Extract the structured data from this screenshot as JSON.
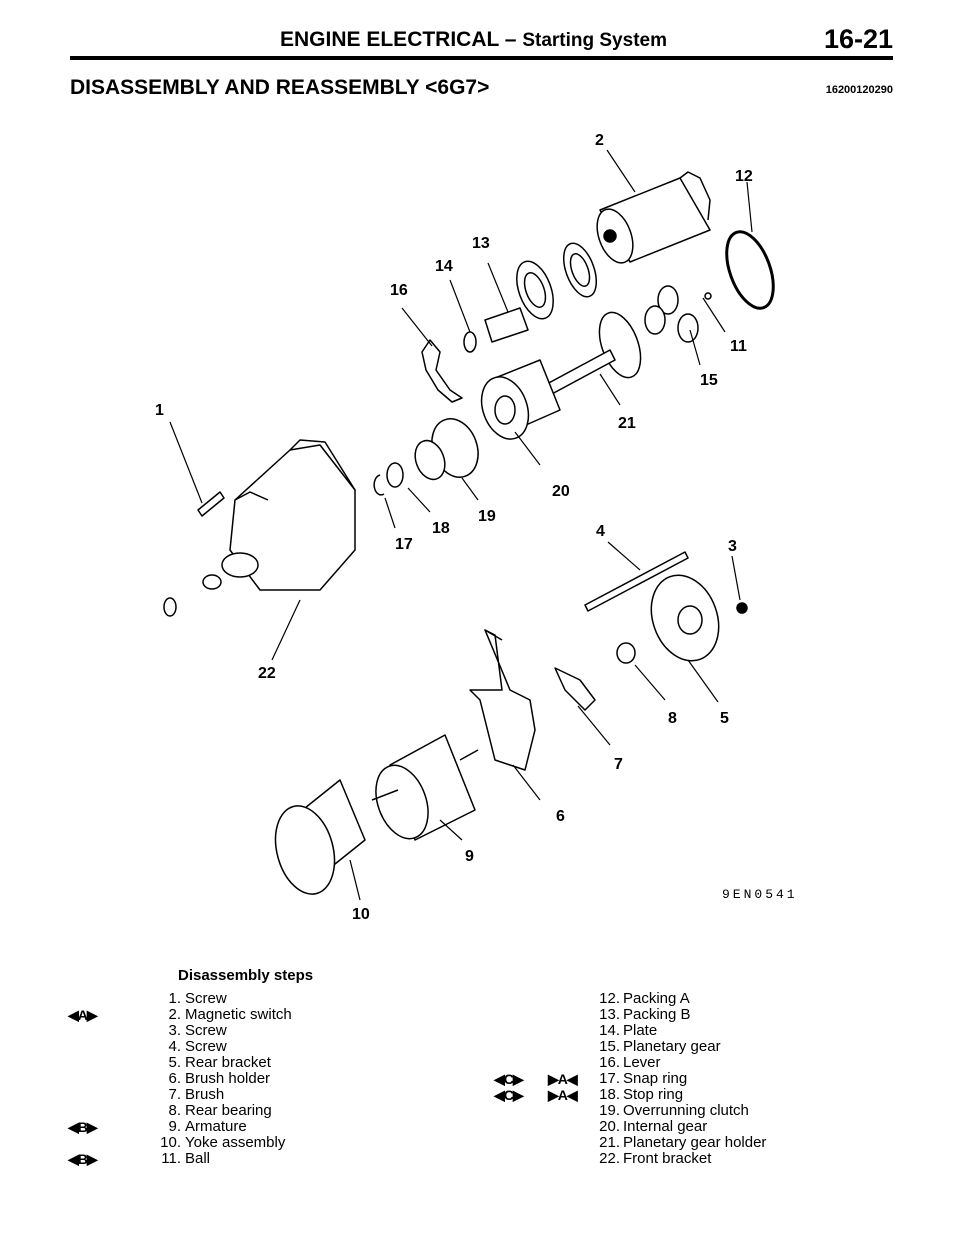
{
  "header": {
    "section": "ENGINE ELECTRICAL",
    "dash": " – ",
    "subsection": "Starting System",
    "page": "16-21"
  },
  "title": "DISASSEMBLY AND REASSEMBLY <6G7>",
  "doc_code": "16200120290",
  "figure": {
    "code": "9EN0541",
    "callouts": [
      "1",
      "2",
      "3",
      "4",
      "5",
      "6",
      "7",
      "8",
      "9",
      "10",
      "11",
      "12",
      "13",
      "14",
      "15",
      "16",
      "17",
      "18",
      "19",
      "20",
      "21",
      "22"
    ]
  },
  "steps": {
    "heading": "Disassembly steps",
    "left": [
      {
        "num": "1.",
        "label": "Screw",
        "mark": ""
      },
      {
        "num": "2.",
        "label": "Magnetic switch",
        "mark": "◀A▶"
      },
      {
        "num": "3.",
        "label": "Screw",
        "mark": ""
      },
      {
        "num": "4.",
        "label": "Screw",
        "mark": ""
      },
      {
        "num": "5.",
        "label": "Rear bracket",
        "mark": ""
      },
      {
        "num": "6.",
        "label": "Brush holder",
        "mark": ""
      },
      {
        "num": "7.",
        "label": "Brush",
        "mark": ""
      },
      {
        "num": "8.",
        "label": "Rear bearing",
        "mark": ""
      },
      {
        "num": "9.",
        "label": "Armature",
        "mark": "◀B▶"
      },
      {
        "num": "10.",
        "label": "Yoke assembly",
        "mark": ""
      },
      {
        "num": "11.",
        "label": "Ball",
        "mark": "◀B▶"
      }
    ],
    "right": [
      {
        "num": "12.",
        "label": "Packing A",
        "mark1": "",
        "mark2": ""
      },
      {
        "num": "13.",
        "label": "Packing B",
        "mark1": "",
        "mark2": ""
      },
      {
        "num": "14.",
        "label": "Plate",
        "mark1": "",
        "mark2": ""
      },
      {
        "num": "15.",
        "label": "Planetary gear",
        "mark1": "",
        "mark2": ""
      },
      {
        "num": "16.",
        "label": "Lever",
        "mark1": "",
        "mark2": ""
      },
      {
        "num": "17.",
        "label": "Snap ring",
        "mark1": "◀C▶",
        "mark2": "▶A◀"
      },
      {
        "num": "18.",
        "label": "Stop ring",
        "mark1": "◀C▶",
        "mark2": "▶A◀"
      },
      {
        "num": "19.",
        "label": "Overrunning clutch",
        "mark1": "",
        "mark2": ""
      },
      {
        "num": "20.",
        "label": "Internal gear",
        "mark1": "",
        "mark2": ""
      },
      {
        "num": "21.",
        "label": "Planetary gear holder",
        "mark1": "",
        "mark2": ""
      },
      {
        "num": "22.",
        "label": "Front bracket",
        "mark1": "",
        "mark2": ""
      }
    ]
  }
}
